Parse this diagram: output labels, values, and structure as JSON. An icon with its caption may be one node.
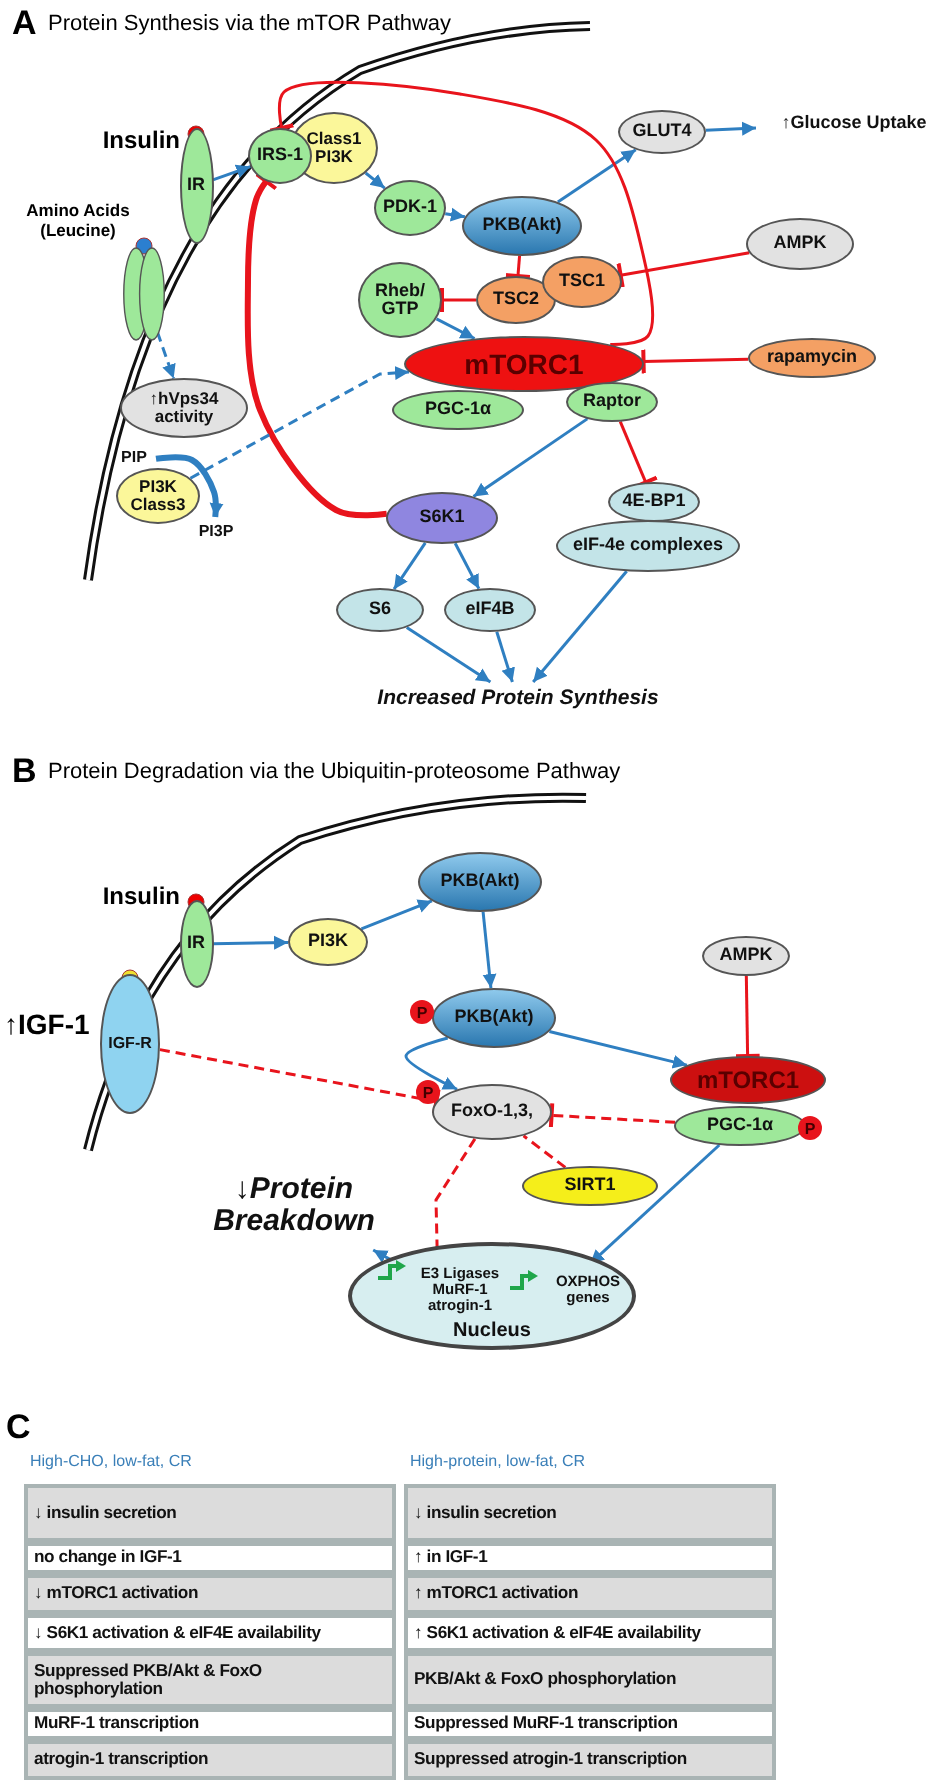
{
  "diagram": {
    "nodes": [
      {
        "text": [
          "IR"
        ],
        "beside": [
          "Insulin"
        ]
      },
      {
        "text": [],
        "shape": "channel",
        "beside": [
          "Amino Acids (Leucine)"
        ]
      },
      {
        "text": [
          "IRS-1"
        ]
      },
      {
        "text": [
          "Class1 PI3K"
        ]
      },
      {
        "text": [
          "PDK-1"
        ]
      },
      {
        "text": [
          "PKB(Akt)"
        ]
      },
      {
        "text": [
          "GLUT4"
        ]
      },
      {
        "text": [
          "↑Glucose Uptake"
        ]
      },
      {
        "text": [
          "AMPK"
        ]
      },
      {
        "text": [
          "TSC2"
        ]
      },
      {
        "text": [
          "TSC1"
        ]
      },
      {
        "text": [
          "Rheb/ GTP"
        ]
      },
      {
        "text": [
          "mTORC1"
        ]
      },
      {
        "text": [
          "PGC-1α"
        ]
      },
      {
        "text": [
          "Raptor"
        ]
      },
      {
        "text": [
          "rapamycin"
        ]
      },
      {
        "text": [
          "↑hVps34 activity"
        ]
      },
      {
        "text": [
          "PI3K Class3"
        ]
      },
      {
        "text": [
          "PIP"
        ]
      },
      {
        "text": [
          "PI3P"
        ]
      },
      {
        "text": [
          "S6K1"
        ]
      },
      {
        "text": [
          "4E-BP1"
        ]
      },
      {
        "text": [
          "eIF-4e complexes"
        ]
      },
      {
        "text": [
          "S6"
        ]
      },
      {
        "text": [
          "eIF4B"
        ]
      },
      {
        "text": [
          "Increased Protein Synthesis"
        ]
      },
      {
        "text": [
          "IR"
        ],
        "beside": [
          "Insulin"
        ]
      },
      {
        "text": [
          "IGF-R"
        ],
        "beside": [
          "↑IGF-1"
        ]
      },
      {
        "text": [
          "PI3K"
        ]
      },
      {
        "text": [
          "PKB(Akt)"
        ]
      },
      {
        "text": [
          "PKB(Akt)"
        ],
        "beside": [
          "P"
        ]
      },
      {
        "text": [
          "FoxO-1,3,"
        ],
        "beside": [
          "P"
        ]
      },
      {
        "text": [
          "AMPK"
        ]
      },
      {
        "text": [
          "mTORC1"
        ]
      },
      {
        "text": [
          "PGC-1α"
        ],
        "beside": [
          "P"
        ]
      },
      {
        "text": [
          "SIRT1"
        ]
      },
      {
        "text": [
          "↓Protein Breakdown"
        ]
      },
      {
        "text": [
          "Nucleus"
        ]
      },
      {
        "text": [
          "E3 Ligases MuRF-1 atrogin-1"
        ],
        "in": 37
      },
      {
        "text": [
          "OXPHOS genes"
        ],
        "in": 37
      }
    ],
    "edges": [
      {
        "from": 0,
        "to": 2,
        "arrow": "to"
      },
      {
        "from": 3,
        "to": 4,
        "arrow": "to"
      },
      {
        "from": 4,
        "to": 5,
        "arrow": "to"
      },
      {
        "from": 5,
        "to": 6,
        "arrow": "to"
      },
      {
        "from": 6,
        "to": 7,
        "arrow": "to"
      },
      {
        "from": 5,
        "to": 9,
        "arrow": "other",
        "color": "#e8141c"
      },
      {
        "from": 8,
        "to": 10,
        "arrow": "other",
        "color": "#e8141c"
      },
      {
        "from": 9,
        "to": 11,
        "arrow": "other",
        "color": "#e8141c"
      },
      {
        "from": 11,
        "to": 12,
        "arrow": "to"
      },
      {
        "from": 15,
        "to": 12,
        "arrow": "other",
        "color": "#e8141c"
      },
      {
        "from": 12,
        "to": 2,
        "arrow": "other",
        "color": "#e8141c"
      },
      {
        "from": 20,
        "to": 2,
        "arrow": "other",
        "style": "thick",
        "color": "#e8141c"
      },
      {
        "from": 1,
        "to": 16,
        "arrow": "to",
        "style": "dashed"
      },
      {
        "from": 17,
        "to": 12,
        "arrow": "to",
        "style": "dashed"
      },
      {
        "from": 18,
        "to": 19,
        "arrow": "to",
        "style": "thick"
      },
      {
        "from": 14,
        "to": 20,
        "arrow": "to"
      },
      {
        "from": 14,
        "to": 21,
        "arrow": "other",
        "color": "#e8141c"
      },
      {
        "from": 20,
        "to": 23,
        "arrow": "to"
      },
      {
        "from": 20,
        "to": 24,
        "arrow": "to"
      },
      {
        "from": 23,
        "to": 25,
        "arrow": "to"
      },
      {
        "from": 24,
        "to": 25,
        "arrow": "to"
      },
      {
        "from": 22,
        "to": 25,
        "arrow": "to"
      },
      {
        "from": 26,
        "to": 28,
        "arrow": "to"
      },
      {
        "from": 28,
        "to": 29,
        "arrow": "to"
      },
      {
        "from": 29,
        "to": 30,
        "arrow": "to"
      },
      {
        "from": 30,
        "to": 33,
        "arrow": "to"
      },
      {
        "from": 32,
        "to": 33,
        "arrow": "other",
        "color": "#e8141c"
      },
      {
        "from": 30,
        "to": 31,
        "arrow": "to"
      },
      {
        "from": 27,
        "to": 31,
        "arrow": "other",
        "style": "dashed",
        "color": "#e8141c"
      },
      {
        "from": 34,
        "to": 31,
        "arrow": "other",
        "style": "dashed",
        "color": "#e8141c"
      },
      {
        "from": 35,
        "to": 31,
        "arrow": "none",
        "style": "dashed",
        "color": "#e8141c"
      },
      {
        "from": 31,
        "to": 38,
        "arrow": "none",
        "style": "dashed",
        "color": "#e8141c"
      },
      {
        "from": 38,
        "to": 36,
        "arrow": "to"
      },
      {
        "from": 34,
        "to": 39,
        "arrow": "to"
      }
    ],
    "labels": [
      "A",
      "Protein Synthesis via the mTOR Pathway",
      "B",
      "Protein Degradation via the Ubiquitin-proteosome Pathway",
      "C",
      "High-CHO, low-fat, CR",
      "High-protein, low-fat, CR",
      "↓ insulin secretion",
      "↓ insulin secretion",
      "no change in IGF-1",
      "↑ in IGF-1",
      "↓ mTORC1 activation",
      "↑ mTORC1 activation",
      "↓ S6K1 activation & eIF4E availability",
      "↑ S6K1 activation & eIF4E availability",
      "Suppressed PKB/Akt & FoxO phosphorylation",
      "PKB/Akt & FoxO phosphorylation",
      "MuRF-1 transcription",
      "Suppressed MuRF-1 transcription",
      "atrogin-1 transcription",
      "Suppressed atrogin-1 transcription"
    ]
  }
}
